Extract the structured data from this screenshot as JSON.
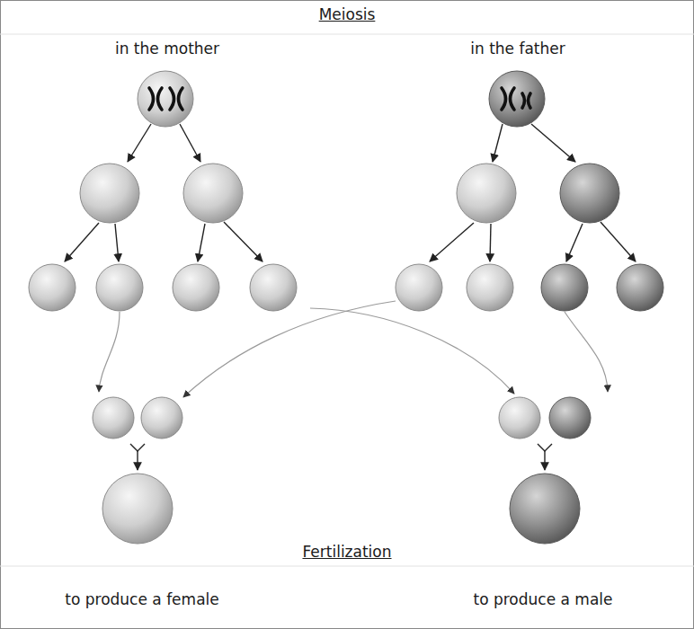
{
  "diagram": {
    "title": "Meiosis",
    "labels": [
      "in the mother",
      "in the father",
      "Fertilization",
      "to produce a female",
      "to produce a male"
    ]
  }
}
